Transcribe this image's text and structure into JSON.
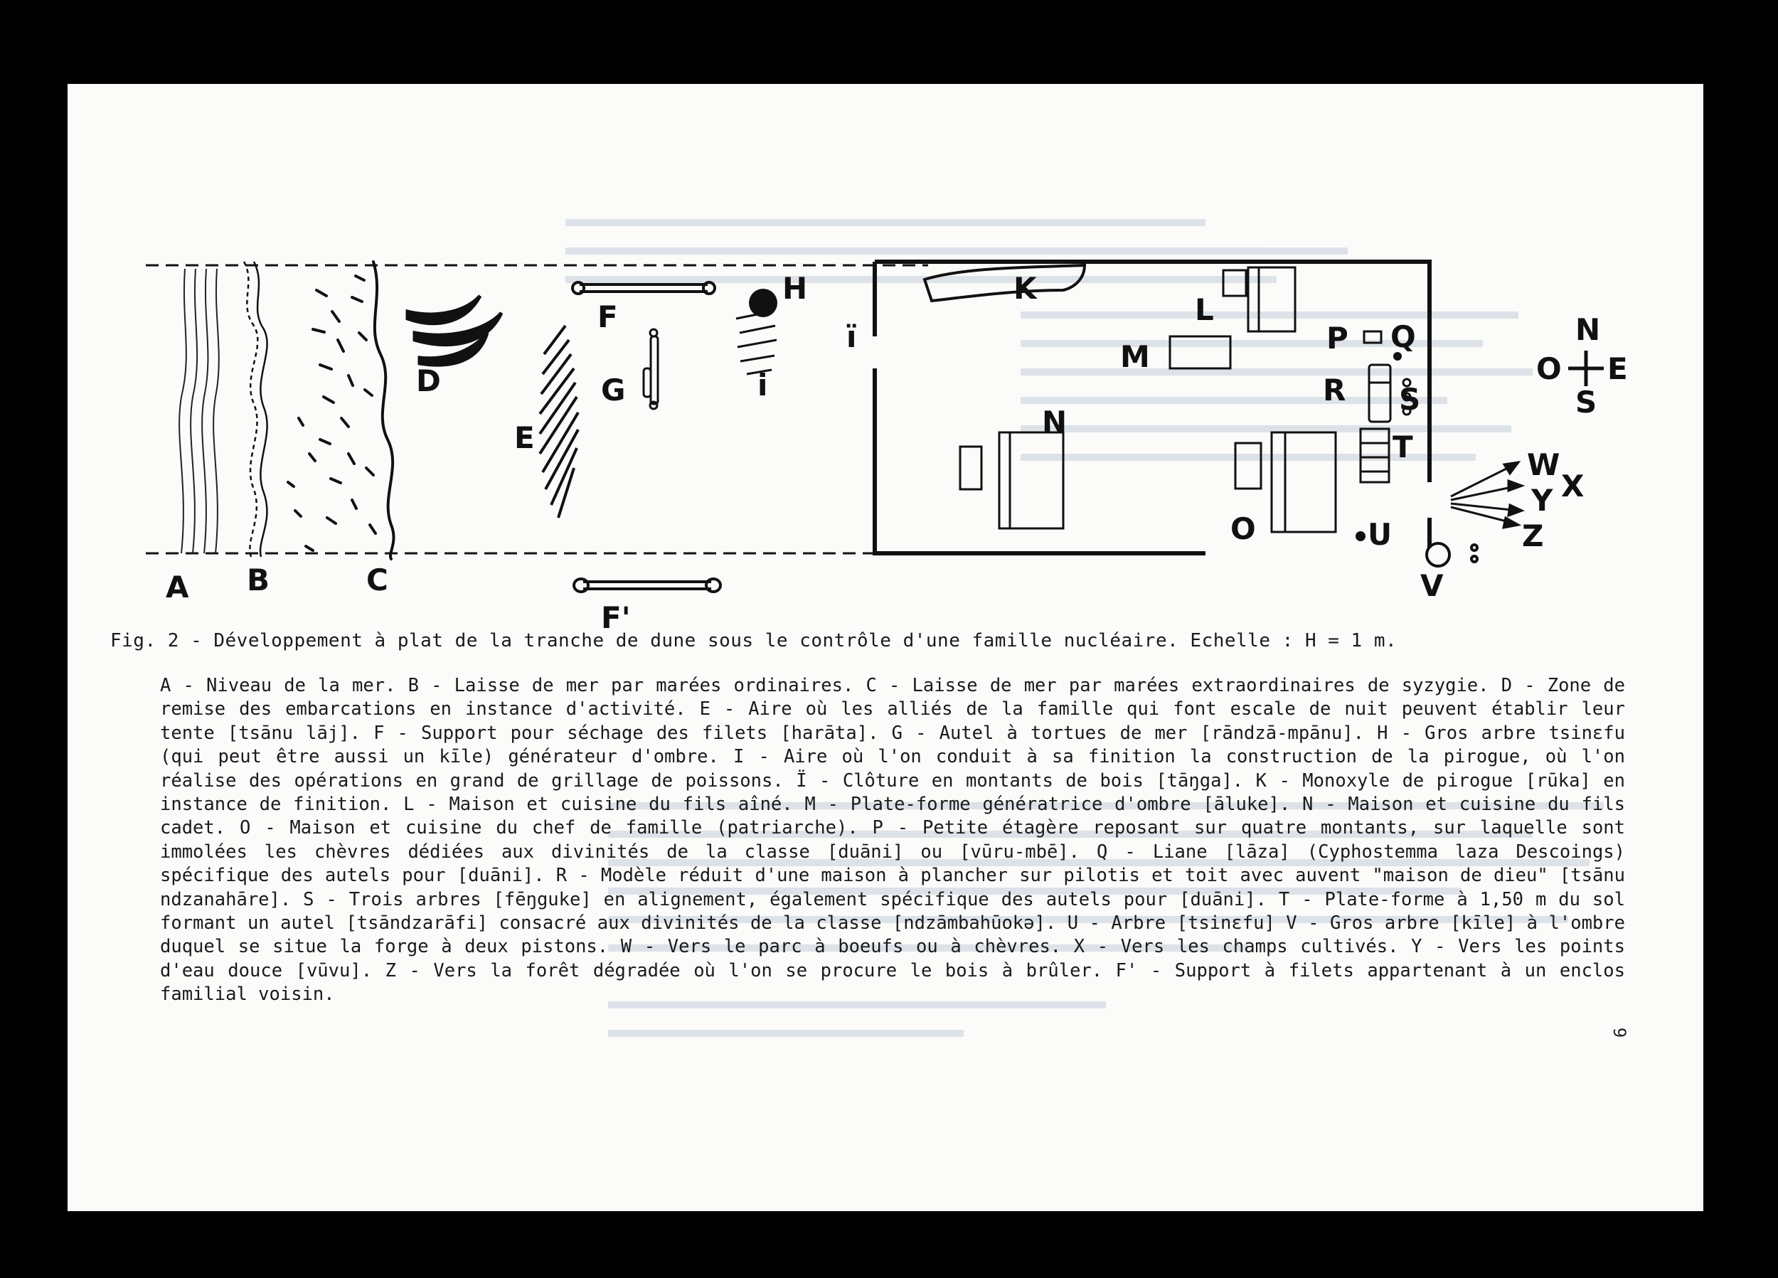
{
  "figure": {
    "labels": {
      "A": "A",
      "B": "B",
      "C": "C",
      "D": "D",
      "E": "E",
      "F": "F",
      "F_prime": "F'",
      "G": "G",
      "H": "H",
      "I": "i",
      "I_uml": "ï",
      "K": "K",
      "L": "L",
      "M": "M",
      "N": "N",
      "O": "O",
      "P": "P",
      "Q": "Q",
      "R": "R",
      "S": "S",
      "T": "T",
      "U": "U",
      "V": "V",
      "W": "W",
      "X": "X",
      "Y": "Y",
      "Z": "Z"
    },
    "compass": {
      "north": "N",
      "south": "S",
      "east": "E",
      "west": "O"
    }
  },
  "caption": "Fig. 2 - Développement à plat de la tranche de dune sous le contrôle d'une famille nucléaire.  Echelle  :  H = 1 m.",
  "legend": "A - Niveau de la mer. B - Laisse de mer par marées ordinaires. C - Laisse de mer par marées extraordinaires de syzygie. D - Zone de remise des embarcations en instance d'activité. E - Aire où les alliés de la famille qui font escale de nuit peuvent établir leur tente [tsānu lāj]. F - Support pour séchage des filets [harāta]. G - Autel à tortues de mer [rāndzā-mpānu]. H - Gros arbre tsinɛfu (qui peut être aussi un kīle) générateur d'ombre. I - Aire où l'on conduit à sa finition la construction de la pirogue, où l'on réalise des opérations en grand de grillage de poissons. Ï - Clôture en montants de bois [tāŋga]. K - Monoxyle de pirogue [rūka] en instance de finition. L - Maison et cuisine du fils aîné. M - Plate-forme génératrice d'ombre [āluke]. N - Maison et cuisine du fils cadet. O - Maison et cuisine du chef de famille (patriarche). P - Petite étagère reposant sur quatre montants, sur laquelle sont immolées les chèvres dédiées aux divinités de la classe [duāni] ou [vūru-mbē]. Q - Liane [lāza] (Cyphostemma laza Descoings) spécifique des autels pour [duāni]. R - Modèle réduit d'une maison à plancher sur pilotis et toit avec auvent \"maison de dieu\" [tsānu ndzanahāre]. S - Trois arbres [fēŋguke] en alignement, également spécifique des autels pour [duāni]. T - Plate-forme à 1,50 m du sol formant un autel [tsāndzarāfi] consacré aux divinités de la classe [ndzāmbahūokə]. U - Arbre [tsinɛfu] V - Gros arbre [kīle] à l'ombre duquel se situe la forge à deux pistons. W - Vers le parc à boeufs ou à chèvres. X - Vers les champs cultivés. Y - Vers les points d'eau douce [vūvu]. Z - Vers la forêt dégradée où l'on se procure le bois à brûler. F' - Support à filets appartenant à un enclos familial voisin.",
  "page_number": "9",
  "colors": {
    "ink": "#111111",
    "paper": "#fbfbf9",
    "bleed": "#8fa3bd",
    "background": "#000000"
  }
}
